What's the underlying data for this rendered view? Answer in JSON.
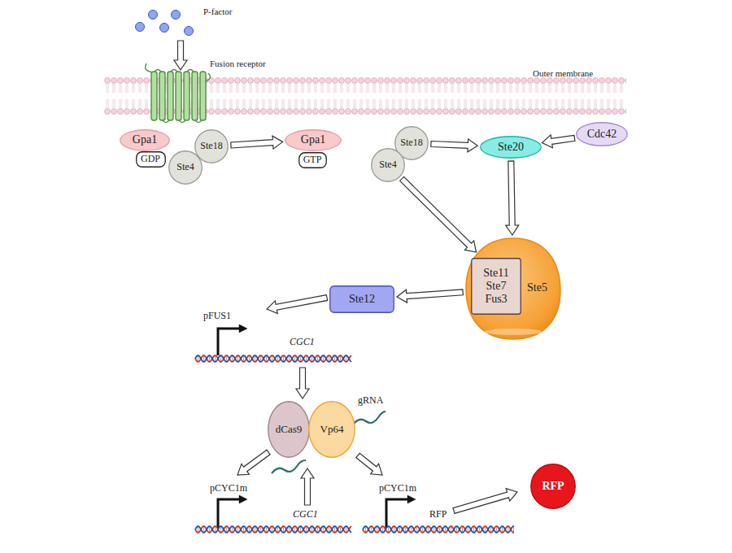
{
  "diagram": {
    "nodes": [
      {
        "text": [
          "Gpa1"
        ]
      },
      {
        "text": [
          "GDP"
        ]
      },
      {
        "text": [
          "Ste18"
        ]
      },
      {
        "text": [
          "Ste4"
        ]
      },
      {
        "text": [
          "Gpa1"
        ]
      },
      {
        "text": [
          "GTP"
        ]
      },
      {
        "text": [
          "Ste18"
        ]
      },
      {
        "text": [
          "Ste4"
        ]
      },
      {
        "text": [
          "Ste20"
        ]
      },
      {
        "text": [
          "Cdc42"
        ]
      },
      {
        "text": [
          "Ste5"
        ]
      },
      {
        "text": [
          "Ste11",
          "Ste7",
          "Fus3"
        ],
        "in": 10
      },
      {
        "text": [
          "Ste12"
        ]
      },
      {
        "text": [
          "dCas9"
        ]
      },
      {
        "text": [
          "Vp64"
        ]
      },
      {
        "text": [
          "RFP"
        ]
      }
    ],
    "edges": [
      {
        "from": 2,
        "to": 4,
        "arrow": "to"
      },
      {
        "from": 6,
        "to": 8,
        "arrow": "to"
      },
      {
        "from": 9,
        "to": 8,
        "arrow": "to"
      },
      {
        "from": 8,
        "to": 10,
        "arrow": "to"
      },
      {
        "from": 7,
        "to": 10,
        "arrow": "to"
      },
      {
        "from": 10,
        "to": 12,
        "arrow": "to"
      }
    ],
    "labels": [
      "P-factor",
      "Fusion receptor",
      "Outer membrane",
      "pFUS1",
      "CGC1",
      "gRNA",
      "pCYC1m",
      "CGC1",
      "pCYC1m",
      "RFP"
    ]
  }
}
